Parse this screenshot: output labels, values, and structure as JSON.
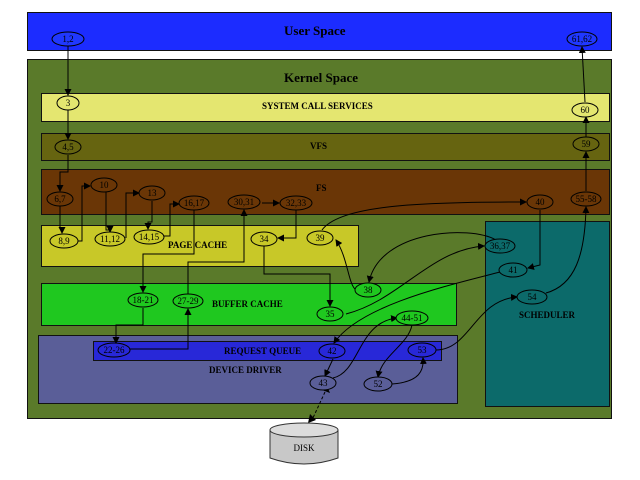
{
  "regions": {
    "user_space": "User Space",
    "kernel_space": "Kernel Space",
    "system_call_services": "SYSTEM CALL SERVICES",
    "vfs": "VFS",
    "fs": "FS",
    "page_cache": "PAGE CACHE",
    "buffer_cache": "BUFFER CACHE",
    "request_queue": "REQUEST QUEUE",
    "device_driver": "DEVICE DRIVER",
    "scheduler": "SCHEDULER",
    "disk": "DISK"
  },
  "nodes": {
    "n12": "1,2",
    "n3": "3",
    "n45": "4,5",
    "n67": "6,7",
    "n89": "8,9",
    "n10": "10",
    "n1112": "11,12",
    "n13": "13",
    "n1415": "14,15",
    "n1617": "16,17",
    "n1821": "18-21",
    "n2226": "22-26",
    "n2729": "27-29",
    "n3031": "30,31",
    "n3233": "32,33",
    "n34": "34",
    "n35": "35",
    "n3637": "36,37",
    "n38": "38",
    "n39": "39",
    "n40": "40",
    "n41": "41",
    "n42": "42",
    "n43": "43",
    "n4451": "44-51",
    "n52": "52",
    "n53": "53",
    "n54": "54",
    "n5558": "55-58",
    "n59": "59",
    "n60": "60",
    "n6162": "61,62"
  },
  "colors": {
    "user_space": "#1c2cff",
    "kernel_space": "#5a7a2a",
    "system_call_services": "#e4e670",
    "vfs": "#666410",
    "fs": "#6a3606",
    "page_cache": "#c8c828",
    "buffer_cache": "#1fc81f",
    "device_driver": "#5a5e98",
    "request_queue": "#2828d8",
    "scheduler": "#0c6a6a",
    "disk": "#c8c8c8"
  }
}
